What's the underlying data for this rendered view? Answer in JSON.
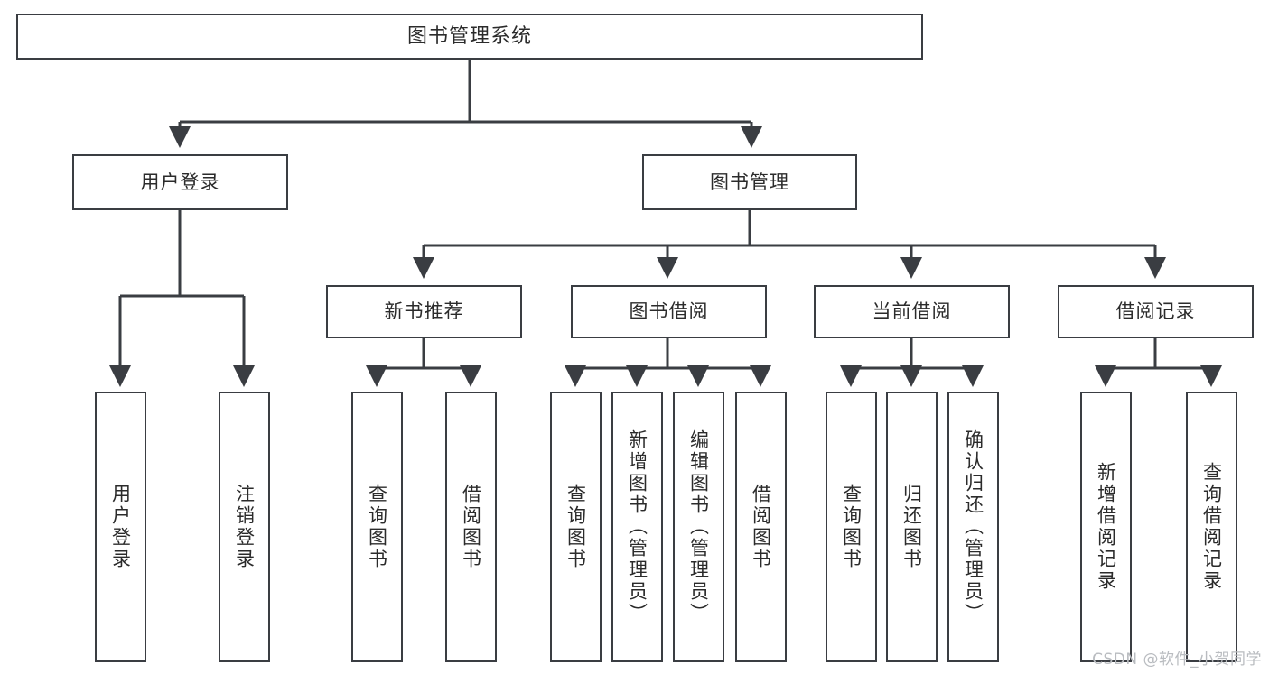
{
  "diagram": {
    "type": "hierarchy-tree",
    "title": "图书管理系统",
    "watermark": "CSDN @软件_小贺同学",
    "colors": {
      "background": "#ffffff",
      "stroke": "#3a3d42",
      "text": "#2b2b2b",
      "watermark": "#b9bcc0"
    },
    "nodes": {
      "root": {
        "label": "图书管理系统"
      },
      "level2": [
        {
          "id": "user-login",
          "label": "用户登录"
        },
        {
          "id": "book-management",
          "label": "图书管理"
        }
      ],
      "level3": [
        {
          "id": "new-book-recommend",
          "label": "新书推荐"
        },
        {
          "id": "book-borrow",
          "label": "图书借阅"
        },
        {
          "id": "current-borrow",
          "label": "当前借阅"
        },
        {
          "id": "borrow-record",
          "label": "借阅记录"
        }
      ],
      "leaves": {
        "user_login": [
          {
            "id": "leaf-user-login",
            "label": "用户登录"
          },
          {
            "id": "leaf-logout-login",
            "label": "注销登录"
          }
        ],
        "new_book_recommend": [
          {
            "id": "leaf-query-book-1",
            "label": "查询图书"
          },
          {
            "id": "leaf-borrow-book-1",
            "label": "借阅图书"
          }
        ],
        "book_borrow": [
          {
            "id": "leaf-query-book-2",
            "label": "查询图书"
          },
          {
            "id": "leaf-add-book",
            "label": "新增图书（管理员）"
          },
          {
            "id": "leaf-edit-book",
            "label": "编辑图书（管理员）"
          },
          {
            "id": "leaf-borrow-book-2",
            "label": "借阅图书"
          }
        ],
        "current_borrow": [
          {
            "id": "leaf-query-book-3",
            "label": "查询图书"
          },
          {
            "id": "leaf-return-book",
            "label": "归还图书"
          },
          {
            "id": "leaf-confirm-return",
            "label": "确认归还（管理员）"
          }
        ],
        "borrow_record": [
          {
            "id": "leaf-add-record",
            "label": "新增借阅记录"
          },
          {
            "id": "leaf-query-record",
            "label": "查询借阅记录"
          }
        ]
      }
    }
  }
}
